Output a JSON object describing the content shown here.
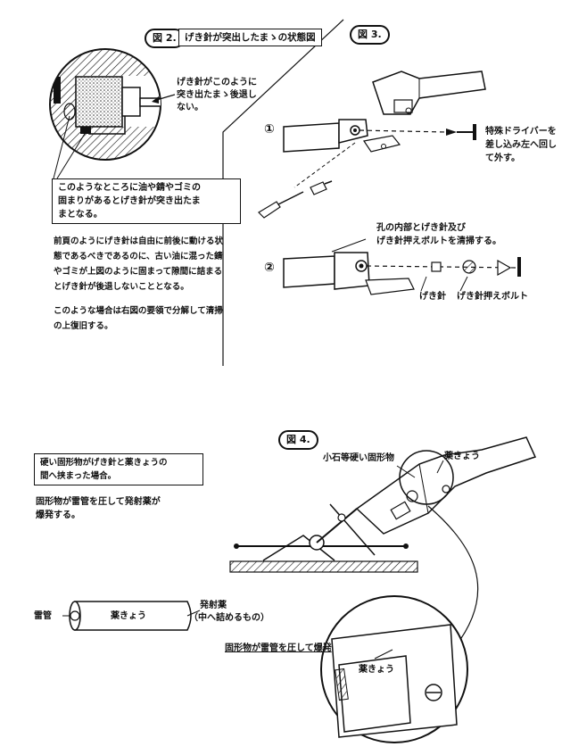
{
  "fig2": {
    "label": "図 2.",
    "title": "げき針が突出したまゝの状態図",
    "callout_text": "げき針がこのように\n突き出たまゝ後退し\nない。",
    "caption": "このようなところに油や錆やゴミの\n固まりがあるとげき針が突き出たま\nまとなる。"
  },
  "explanation": {
    "para1": "前頁のようにげき針は自由に前後に動ける状\n態であるべきであるのに、古い油に混った錆\nやゴミが上図のように固まって隙間に詰まる\nとげき針が後退しないこととなる。",
    "para2": "このような場合は右図の要領で分解して清掃\nの上復旧する。"
  },
  "fig3": {
    "label": "図 3.",
    "step1_marker": "①",
    "step1_text": "特殊ドライバーを\n差し込み左へ回し\nて外す。",
    "step2_marker": "②",
    "step2_text": "孔の内部とげき針及び\nげき針押えボルトを清掃する。",
    "part_pin": "げき針",
    "part_bolt": "げき針押えボルト"
  },
  "fig4": {
    "label": "図 4.",
    "box_text": "硬い固形物がげき針と薬きょうの\n間へ挟まった場合。",
    "note": "固形物が雷管を圧して発射薬が\n爆発する。",
    "label_stone": "小石等硬い固形物",
    "label_cartridge_top": "薬きょう",
    "label_primer": "雷管",
    "label_cartridge": "薬きょう",
    "label_propellant": "発射薬",
    "label_propellant_note": "（中へ詰めるもの）",
    "label_detail": "固形物が雷管を圧して爆発",
    "label_cartridge_detail": "薬きょう"
  }
}
